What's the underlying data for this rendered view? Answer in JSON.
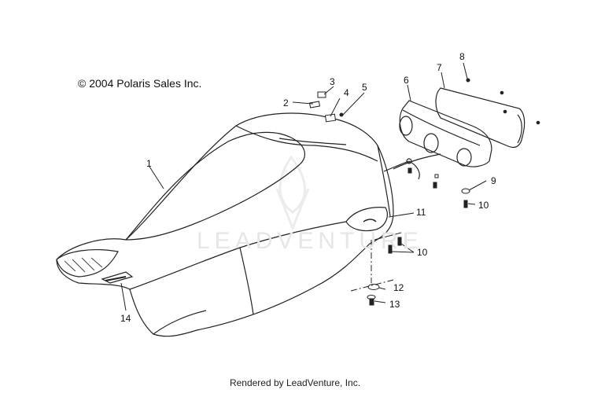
{
  "copyright": "© 2004 Polaris Sales Inc.",
  "watermark": "LEADVENTURE",
  "footer": "Rendered by LeadVenture, Inc.",
  "callouts": [
    {
      "id": "c1",
      "label": "1"
    },
    {
      "id": "c2",
      "label": "2"
    },
    {
      "id": "c3",
      "label": "3"
    },
    {
      "id": "c4",
      "label": "4"
    },
    {
      "id": "c5",
      "label": "5"
    },
    {
      "id": "c6",
      "label": "6"
    },
    {
      "id": "c7",
      "label": "7"
    },
    {
      "id": "c8",
      "label": "8"
    },
    {
      "id": "c9",
      "label": "9"
    },
    {
      "id": "c10a",
      "label": "10"
    },
    {
      "id": "c11",
      "label": "11"
    },
    {
      "id": "c10b",
      "label": "10"
    },
    {
      "id": "c12",
      "label": "12"
    },
    {
      "id": "c13",
      "label": "13"
    },
    {
      "id": "c14",
      "label": "14"
    }
  ]
}
